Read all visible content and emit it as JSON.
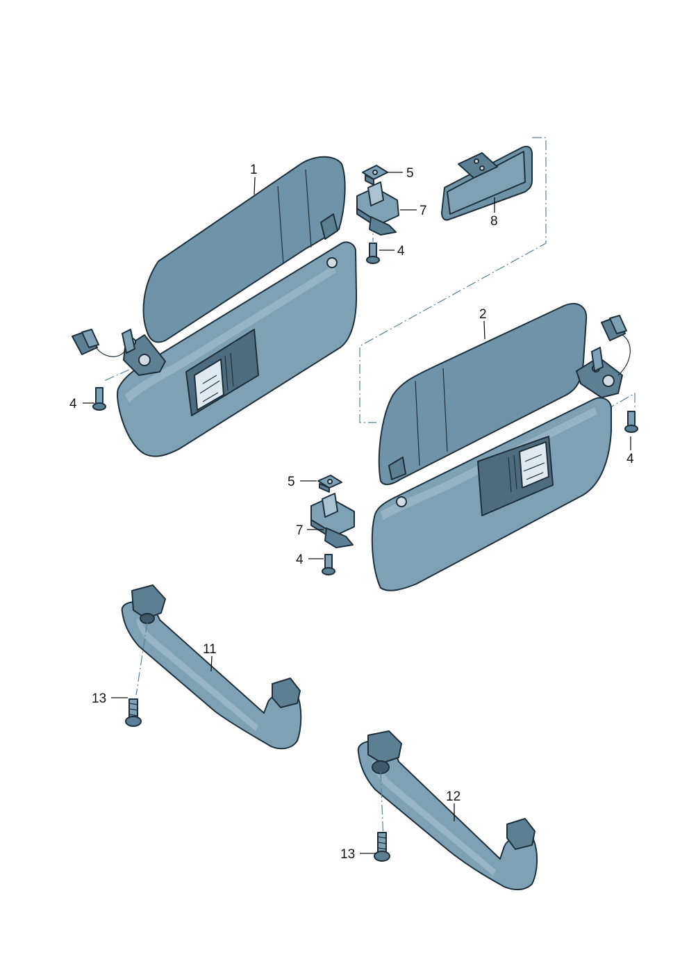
{
  "diagram": {
    "callouts": {
      "sun_visor_left": "1",
      "sun_visor_right": "2",
      "screw_left_upper": "4",
      "screw_left_mount": "4",
      "screw_right_mount": "4",
      "screw_right_lower": "4",
      "clip_nut_upper": "5",
      "clip_nut_lower": "5",
      "holder_upper": "7",
      "holder_lower": "7",
      "mirror_panel": "8",
      "grab_handle_front": "11",
      "grab_handle_rear": "12",
      "bolt_front": "13",
      "bolt_rear": "13"
    },
    "colors": {
      "part_fill": "#7ea1b5",
      "part_shadow": "#5c7f94",
      "outline": "#1d2f3a",
      "phantom_line": "#5a7f95"
    }
  }
}
